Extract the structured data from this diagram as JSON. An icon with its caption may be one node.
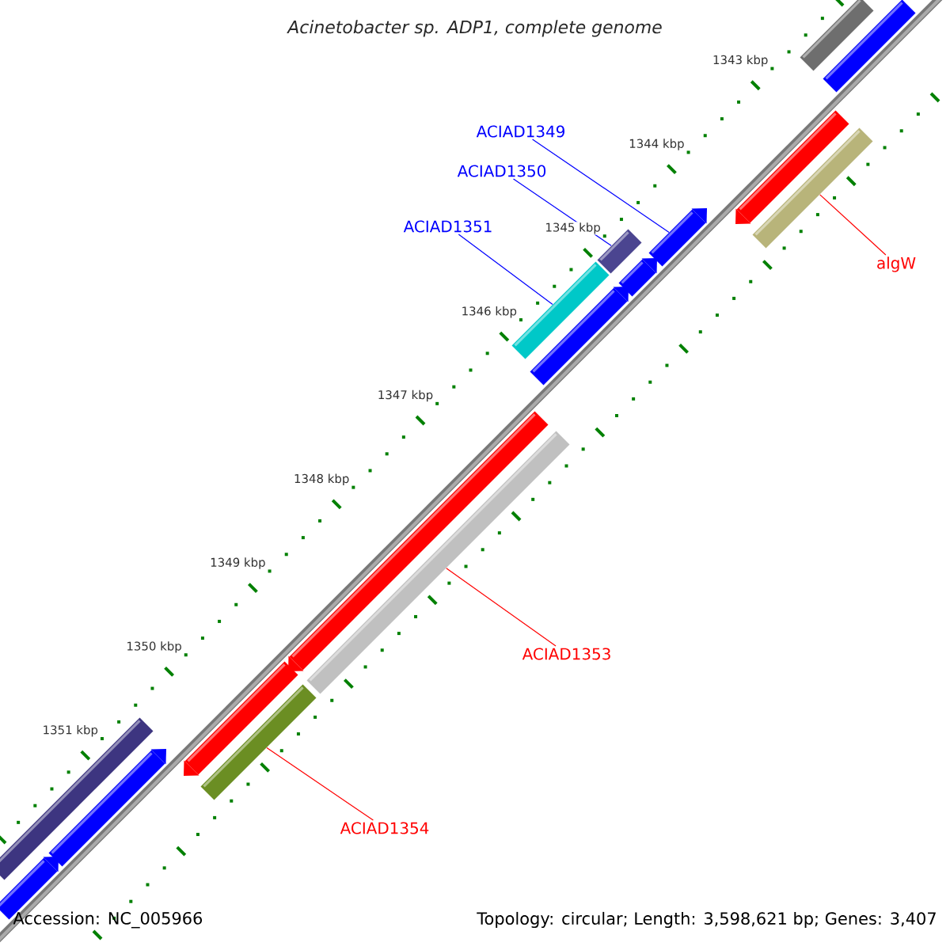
{
  "diagram": {
    "title": "Acinetobacter sp. ADP1, complete genome",
    "nodes": [
      {
        "text": [
          "ACIAD1349"
        ]
      },
      {
        "text": [
          "ACIAD1350"
        ]
      },
      {
        "text": [
          "ACIAD1351"
        ]
      },
      {
        "text": [
          "algW"
        ]
      },
      {
        "text": [
          "ACIAD1353"
        ]
      },
      {
        "text": [
          "ACIAD1354"
        ]
      },
      {
        "text": [],
        "shape": "bar"
      },
      {
        "text": [],
        "shape": "bar"
      },
      {
        "text": [],
        "shape": "bar"
      },
      {
        "text": [],
        "shape": "bar"
      },
      {
        "text": [],
        "shape": "bar"
      },
      {
        "text": [],
        "shape": "bar"
      },
      {
        "text": [],
        "shape": "bar"
      },
      {
        "text": [],
        "shape": "bar"
      },
      {
        "text": [],
        "shape": "bar"
      },
      {
        "text": [],
        "shape": "bar"
      },
      {
        "text": [],
        "shape": "bar"
      },
      {
        "text": [],
        "shape": "bar"
      },
      {
        "text": [],
        "shape": "bar"
      },
      {
        "text": [],
        "shape": "bar"
      },
      {
        "text": [],
        "shape": "bar"
      },
      {
        "text": [],
        "shape": "bar"
      }
    ],
    "edges": [
      {
        "from": 0,
        "to": 10,
        "arrow": "none",
        "color": "#0000ff"
      },
      {
        "from": 1,
        "to": 11,
        "arrow": "none",
        "color": "#0000ff"
      },
      {
        "from": 2,
        "to": 13,
        "arrow": "none",
        "color": "#0000ff"
      },
      {
        "from": 3,
        "to": 9,
        "arrow": "none",
        "color": "#ff0000"
      },
      {
        "from": 4,
        "to": 16,
        "arrow": "none",
        "color": "#ff0000"
      },
      {
        "from": 5,
        "to": 18,
        "arrow": "none",
        "color": "#ff0000"
      }
    ],
    "labels": [
      "1343 kbp",
      "1344 kbp",
      "1345 kbp",
      "1346 kbp",
      "1347 kbp",
      "1348 kbp",
      "1349 kbp",
      "1350 kbp",
      "1351 kbp",
      "Accession: NC_005966",
      "Topology: circular; Length: 3,598,621 bp; Genes: 3,407"
    ]
  }
}
